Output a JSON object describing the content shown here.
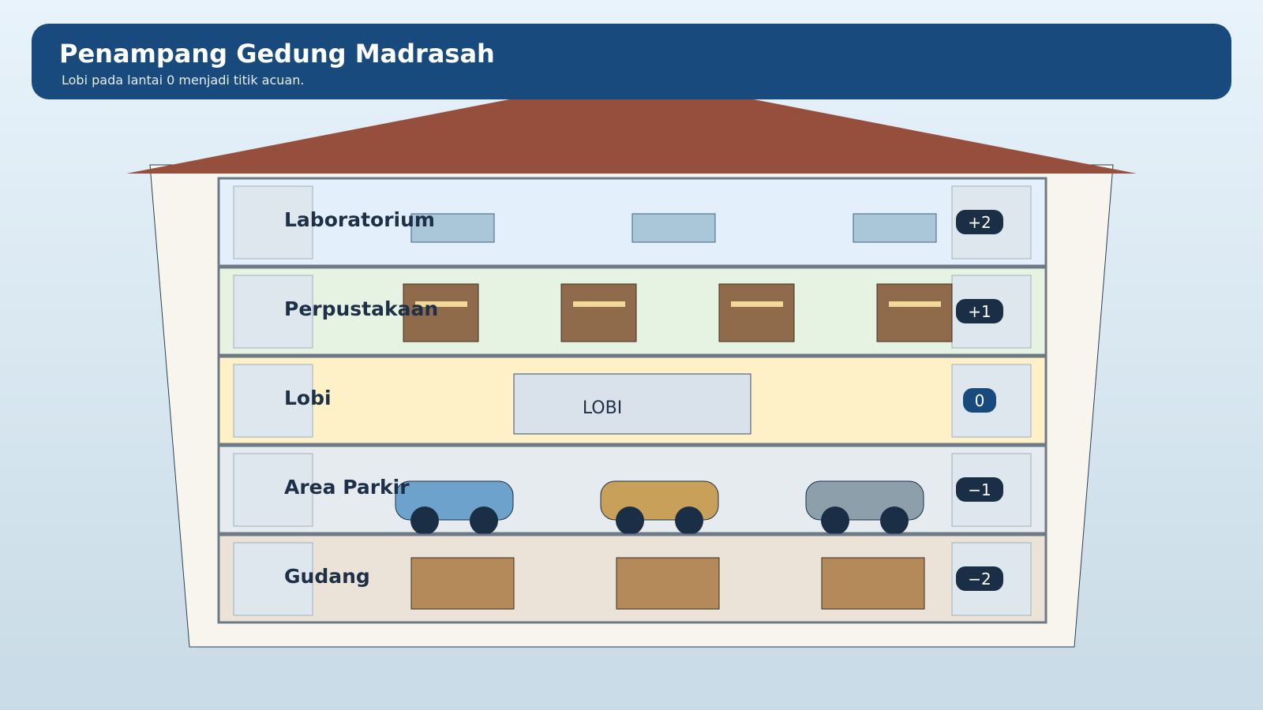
{
  "header": {
    "title": "Penampang Gedung Madrasah",
    "subtitle": "Lobi pada lantai 0 menjadi titik acuan."
  },
  "floors": [
    {
      "label": "Laboratorium",
      "level": "+2",
      "fill": "#e3f0fc",
      "feature": "windows"
    },
    {
      "label": "Perpustakaan",
      "level": "+1",
      "fill": "#e7f3e2",
      "feature": "shelves"
    },
    {
      "label": "Lobi",
      "level": "0",
      "fill": "#fef0c7",
      "feature": "lobby",
      "lobby_text": "LOBI"
    },
    {
      "label": "Area Parkir",
      "level": "−1",
      "fill": "#e6ebef",
      "feature": "cars"
    },
    {
      "label": "Gudang",
      "level": "−2",
      "fill": "#ebe3d8",
      "feature": "crates"
    }
  ],
  "colors": {
    "header": "#184a7d",
    "roof": "#974f3d",
    "walls": "#f8f5ee",
    "frame": "#6d7a86",
    "level_badge": "#1a2f45",
    "reference_badge": "#184a7d",
    "window": "#aac7da",
    "shelf": "#8f6a4b",
    "shelf_strip": "#f1d99b",
    "crate": "#b48a5b",
    "car_colors": [
      "#6ca2cb",
      "#c8a05a",
      "#8c9fab"
    ],
    "wheel": "#1a2f45"
  },
  "reference_level": "0"
}
